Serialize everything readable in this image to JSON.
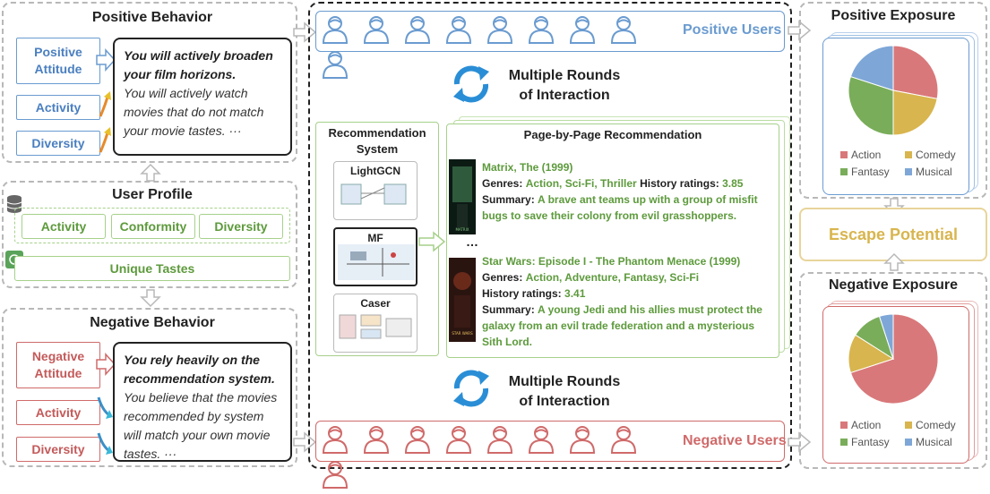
{
  "positive": {
    "title": "Positive Behavior",
    "attitude": "Positive Attitude",
    "activity": "Activity",
    "diversity": "Diversity",
    "quote_bold": "You will actively broaden your film horizons.",
    "quote_rest": "You will actively watch movies that do not match your movie tastes. ···"
  },
  "profile": {
    "title": "User Profile",
    "activity": "Activity",
    "conformity": "Conformity",
    "diversity": "Diversity",
    "tastes": "Unique Tastes"
  },
  "negative": {
    "title": "Negative Behavior",
    "attitude": "Negative Attitude",
    "activity": "Activity",
    "diversity": "Diversity",
    "quote_bold": "You rely heavily on the recommendation system.",
    "quote_rest": "You believe that the movies recommended by system will match your own movie tastes. ···"
  },
  "center": {
    "positive_users": "Positive Users",
    "negative_users": "Negative Users",
    "rounds_line1": "Multiple Rounds",
    "rounds_line2": "of Interaction",
    "rec_system_title": "Recommendation System",
    "models": [
      "LightGCN",
      "MF",
      "Caser"
    ],
    "page_title": "Page-by-Page Recommendation",
    "ellipsis": "…",
    "movies": [
      {
        "title": "Matrix, The (1999)",
        "genres_label": "Genres:",
        "genres": "Action, Sci-Fi, Thriller",
        "ratings_label": "History ratings:",
        "rating": "3.85",
        "summary_label": "Summary:",
        "summary": "A brave ant teams up with a group of misfit bugs to save their colony from evil grasshoppers."
      },
      {
        "title": "Star Wars: Episode I - The Phantom Menace (1999)",
        "genres_label": "Genres:",
        "genres": "Action, Adventure, Fantasy, Sci-Fi",
        "ratings_label": "History ratings:",
        "rating": "3.41",
        "summary_label": "Summary:",
        "summary": "A young Jedi and his allies must protect the galaxy from an evil trade federation and a mysterious Sith Lord."
      }
    ]
  },
  "right": {
    "positive_title": "Positive Exposure",
    "negative_title": "Negative Exposure",
    "escape": "Escape Potential",
    "legend": [
      "Action",
      "Comedy",
      "Fantasy",
      "Musical"
    ],
    "colors": {
      "Action": "#d9787a",
      "Comedy": "#d8b54e",
      "Fantasy": "#79ad5a",
      "Musical": "#7ea7d8"
    },
    "positive_pie": [
      0.28,
      0.22,
      0.3,
      0.2
    ],
    "negative_pie": [
      0.7,
      0.14,
      0.11,
      0.05
    ]
  }
}
